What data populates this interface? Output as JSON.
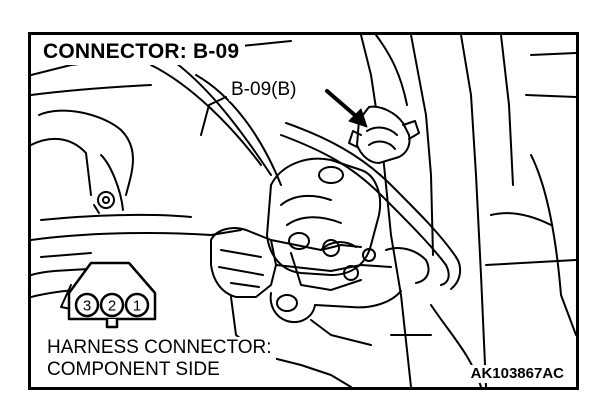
{
  "title": "CONNECTOR: B-09",
  "callout_label": "B-09(B)",
  "connector_face": {
    "pins": [
      "3",
      "2",
      "1"
    ],
    "caption_line1": "HARNESS CONNECTOR:",
    "caption_line2": "COMPONENT SIDE"
  },
  "figure_code": "AK103867AC",
  "icons": {
    "arrow": "pointer-arrow-icon",
    "connector": "harness-connector-icon"
  },
  "colors": {
    "ink": "#000000",
    "paper": "#ffffff"
  }
}
